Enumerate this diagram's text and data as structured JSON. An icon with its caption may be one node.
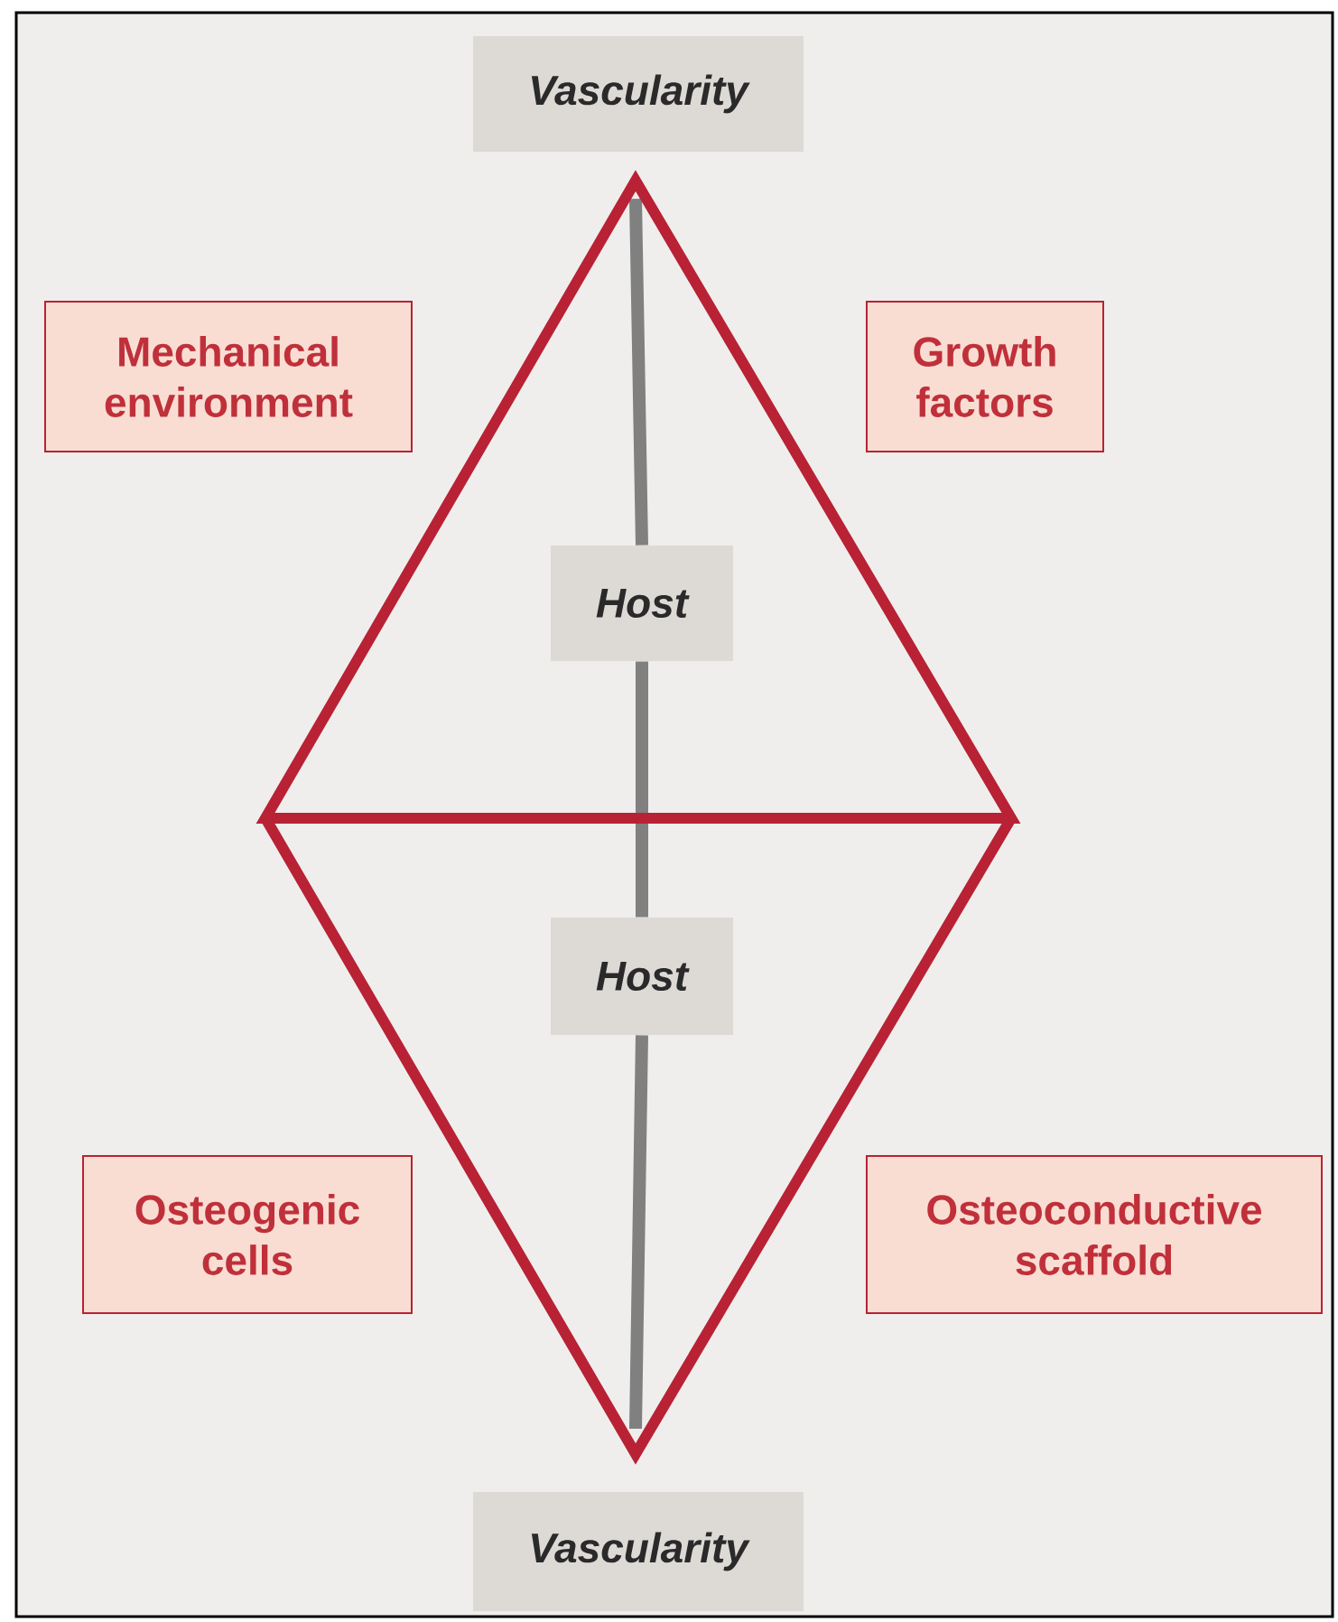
{
  "diagram": {
    "nodes": [
      {
        "text": [
          "Vascularity"
        ]
      },
      {
        "text": [
          "Mechanical environment"
        ]
      },
      {
        "text": [
          "Growth factors"
        ]
      },
      {
        "text": [
          "Host"
        ]
      },
      {
        "text": [
          "Host"
        ]
      },
      {
        "text": [
          "Osteogenic cells"
        ]
      },
      {
        "text": [
          "Osteoconductive scaffold"
        ]
      },
      {
        "text": [
          "Vascularity"
        ]
      }
    ],
    "edges": [
      {
        "from": null,
        "to": 3,
        "arrow": "none"
      },
      {
        "from": 3,
        "to": 4,
        "arrow": "none"
      },
      {
        "from": 4,
        "to": null,
        "arrow": "none"
      }
    ]
  }
}
